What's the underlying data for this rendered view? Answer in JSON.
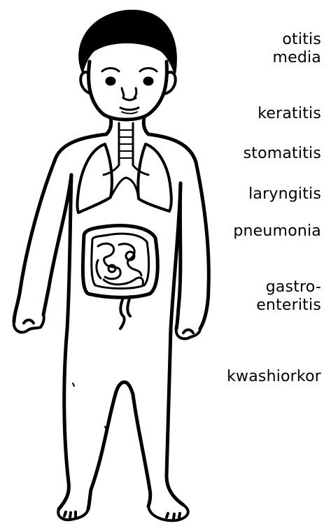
{
  "labels": {
    "otitis_media": [
      "otitis",
      "media"
    ],
    "keratitis": "keratitis",
    "stomatitis": "stomatitis",
    "laryngitis": "laryngitis",
    "pneumonia": "pneumonia",
    "gastroenteritis": [
      "gastro-",
      "enteritis"
    ],
    "kwashiorkor": "kwashiorkor"
  },
  "colors": {
    "ink": "#000000",
    "background": "#ffffff"
  }
}
